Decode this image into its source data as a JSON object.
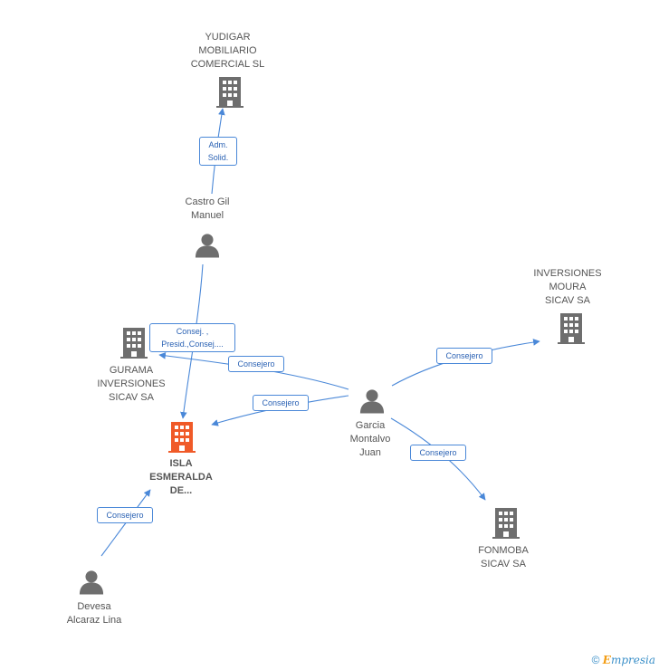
{
  "nodes": {
    "yudigar": {
      "label": "YUDIGAR\nMOBILIARIO\nCOMERCIAL  SL",
      "icon": "building-icon"
    },
    "castro": {
      "label": "Castro Gil\nManuel",
      "icon": "person-icon"
    },
    "inversiones_moura": {
      "label": "INVERSIONES\nMOURA\nSICAV SA",
      "icon": "building-icon"
    },
    "gurama": {
      "label": "GURAMA\nINVERSIONES\nSICAV SA",
      "icon": "building-icon"
    },
    "isla": {
      "label": "ISLA\nESMERALDA\nDE...",
      "icon": "building-icon"
    },
    "garcia": {
      "label": "Garcia\nMontalvo\nJuan",
      "icon": "person-icon"
    },
    "fonmoba": {
      "label": "FONMOBA\nSICAV SA",
      "icon": "building-icon"
    },
    "devesa": {
      "label": "Devesa\nAlcaraz Lina",
      "icon": "person-icon"
    }
  },
  "edges": {
    "castro_yudigar": "Adm.\nSolid.",
    "castro_isla": "Consej. ,\nPresid.,Consej....",
    "garcia_gurama": "Consejero",
    "garcia_isla": "Consejero",
    "garcia_moura": "Consejero",
    "garcia_fonmoba": "Consejero",
    "devesa_isla": "Consejero"
  },
  "colors": {
    "icon": "#6e6e6e",
    "highlight": "#f05a28",
    "edge": "#4a88d8",
    "text": "#555555"
  },
  "footer": {
    "copyright": "©",
    "brand_e": "E",
    "brand_rest": "mpresia"
  }
}
